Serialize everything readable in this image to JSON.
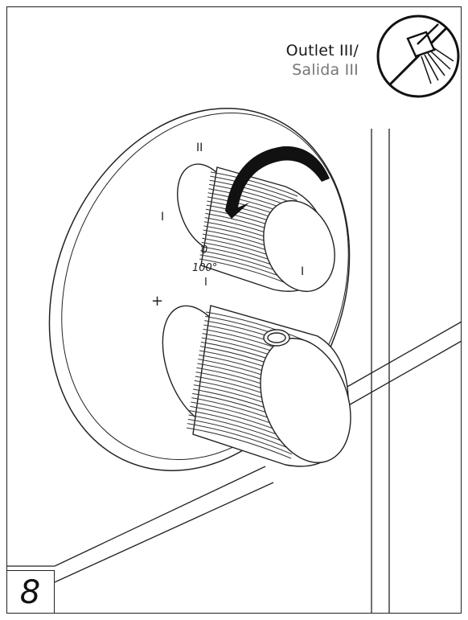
{
  "outlet_label": {
    "line1": "Outlet III/",
    "line2": "Salida III"
  },
  "step_number": "8",
  "dial_markings": {
    "position_top": "II",
    "position_left": "I",
    "position_right": "I",
    "zero": "0",
    "hundred": "100°",
    "lower_tick": "I",
    "plus": "+"
  },
  "icons": {
    "outlet": "shower-outlet-prohibited-icon",
    "rotation": "rotate-arrow-icon"
  },
  "colors": {
    "line": "#222222",
    "arrow": "#111111",
    "secondary_text": "#777777"
  }
}
